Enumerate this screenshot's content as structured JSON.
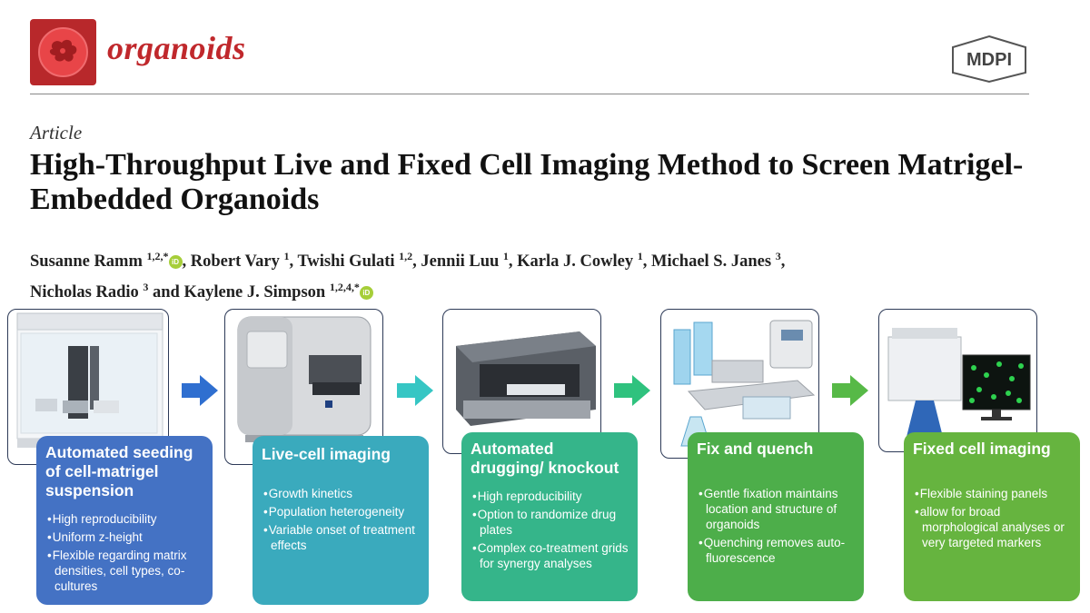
{
  "header": {
    "journal_name": "organoids",
    "publisher_logo_text": "MDPI"
  },
  "article": {
    "type_label": "Article",
    "title": "High-Throughput Live and Fixed Cell Imaging Method to Screen Matrigel-Embedded Organoids",
    "authors": [
      {
        "name": "Susanne Ramm",
        "aff": "1,2,*",
        "orcid": true,
        "sep": ", "
      },
      {
        "name": "Robert Vary",
        "aff": "1",
        "orcid": false,
        "sep": ", "
      },
      {
        "name": "Twishi Gulati",
        "aff": "1,2",
        "orcid": false,
        "sep": ", "
      },
      {
        "name": "Jennii Luu",
        "aff": "1",
        "orcid": false,
        "sep": ", "
      },
      {
        "name": "Karla J. Cowley",
        "aff": "1",
        "orcid": false,
        "sep": ", "
      },
      {
        "name": "Michael S. Janes",
        "aff": "3",
        "orcid": false,
        "sep": ","
      },
      {
        "name": "Nicholas Radio",
        "aff": "3",
        "orcid": false,
        "sep": " and "
      },
      {
        "name": "Kaylene J. Simpson",
        "aff": "1,2,4,*",
        "orcid": true,
        "sep": ""
      }
    ],
    "orcid_icon_text": "iD"
  },
  "workflow": {
    "steps": [
      {
        "title": "Automated seeding of cell-matrigel suspension",
        "bullets": [
          "High reproducibility",
          "Uniform z-height",
          "Flexible regarding matrix densities, cell types, co-cultures"
        ],
        "color": "#4472c4",
        "device": "liquid-handler-robot-icon"
      },
      {
        "title": "Live-cell imaging",
        "bullets": [
          "Growth kinetics",
          "Population heterogeneity",
          "Variable onset of treatment effects"
        ],
        "color": "#3aaabd",
        "device": "live-cell-imager-icon"
      },
      {
        "title": "Automated drugging/ knockout",
        "bullets": [
          "High reproducibility",
          "Option to randomize drug plates",
          "Complex co-treatment grids for synergy analyses"
        ],
        "color": "#35b58a",
        "device": "drug-dispenser-icon"
      },
      {
        "title": "Fix and quench",
        "bullets": [
          "Gentle fixation maintains location and structure of organoids",
          "Quenching removes auto-fluorescence"
        ],
        "color": "#4dae4a",
        "device": "plate-washer-icon"
      },
      {
        "title": "Fixed cell imaging",
        "bullets": [
          "Flexible staining panels",
          "allow for broad morphological analyses or very targeted markers"
        ],
        "color": "#66b43f",
        "device": "high-content-imager-icon"
      }
    ],
    "arrow_colors": [
      "#2f6fd0",
      "#36c6c4",
      "#2fc27e",
      "#57b947"
    ]
  }
}
